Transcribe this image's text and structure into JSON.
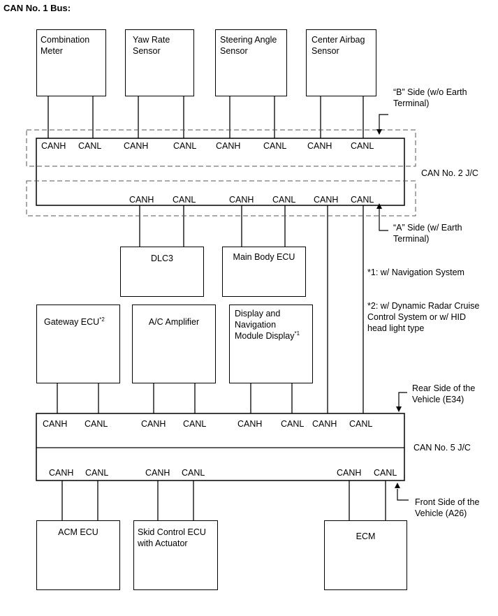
{
  "title": "CAN No. 1 Bus:",
  "top_ecus": [
    {
      "name": "Combination\nMeter"
    },
    {
      "name": "Yaw Rate\nSensor"
    },
    {
      "name": "Steering Angle\nSensor"
    },
    {
      "name": "Center Airbag\nSensor"
    }
  ],
  "jc2": {
    "label": "CAN No. 2 J/C",
    "b_side_label": "“B” Side (w/o Earth\nTerminal)",
    "a_side_label": "“A” Side (w/ Earth\nTerminal)",
    "top_pins": [
      "CANH",
      "CANL",
      "CANH",
      "CANL",
      "CANH",
      "CANL",
      "CANH",
      "CANL"
    ],
    "bottom_pins": [
      "CANH",
      "CANL",
      "CANH",
      "CANL",
      "CANH",
      "CANL"
    ]
  },
  "mid_ecus": [
    {
      "name": "DLC3"
    },
    {
      "name": "Main Body ECU"
    }
  ],
  "notes": [
    "*1: w/ Navigation System",
    "*2: w/ Dynamic Radar Cruise\nControl System or w/ HID\nhead light type"
  ],
  "gw_ecus": [
    {
      "name": "Gateway ECU",
      "sup": "*2"
    },
    {
      "name": "A/C Amplifier",
      "sup": ""
    },
    {
      "name": "Display and\nNavigation\nModule Display",
      "sup": "*1"
    }
  ],
  "jc5": {
    "label": "CAN No. 5 J/C",
    "rear_label": "Rear Side of the\nVehicle (E34)",
    "front_label": "Front Side of the\nVehicle (A26)",
    "top_pins": [
      "CANH",
      "CANL",
      "CANH",
      "CANL",
      "CANH",
      "CANL",
      "CANH",
      "CANL"
    ],
    "bottom_pins": [
      "CANH",
      "CANL",
      "CANH",
      "CANL",
      "CANH",
      "CANL"
    ]
  },
  "bottom_ecus": [
    {
      "name": "ACM ECU"
    },
    {
      "name": "Skid Control ECU\nwith Actuator"
    },
    {
      "name": "ECM"
    }
  ]
}
